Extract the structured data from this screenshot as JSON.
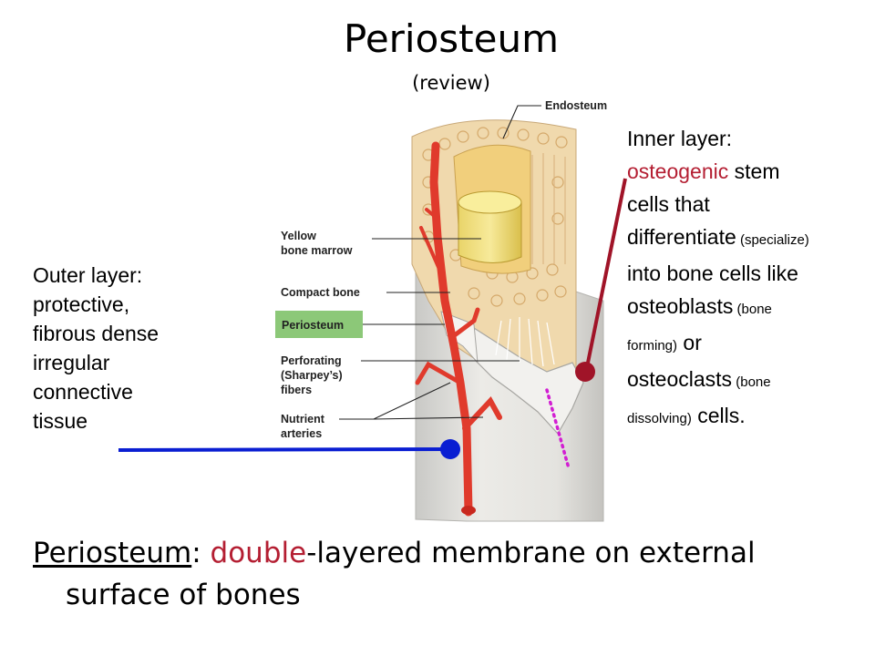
{
  "title": "Periosteum",
  "subtitle": "(review)",
  "outer_layer": {
    "lines": [
      "Outer layer:",
      "protective,",
      "fibrous dense",
      "irregular",
      "connective",
      "tissue"
    ]
  },
  "inner_layer": {
    "line1": "Inner layer:",
    "osteogenic": "osteogenic",
    "stem": " stem",
    "line3": "cells that",
    "differentiate": "differentiate",
    "specialize": " (specialize)",
    "line5": "into bone cells like",
    "osteoblasts": "osteoblasts",
    "bone_forming_a": " (bone",
    "bone_forming_b": "forming)",
    "or": " or",
    "osteoclasts": "osteoclasts",
    "bone_dissolving_a": " (bone",
    "bone_dissolving_b": "dissolving)",
    "cells": " cells."
  },
  "figure_labels": {
    "endosteum": "Endosteum",
    "yellow_marrow_1": "Yellow",
    "yellow_marrow_2": "bone marrow",
    "compact_bone": "Compact bone",
    "periosteum": "Periosteum",
    "perforating_1": "Perforating",
    "perforating_2": "(Sharpey’s)",
    "perforating_3": "fibers",
    "nutrient_1": "Nutrient",
    "nutrient_2": "arteries"
  },
  "bottom": {
    "term": "Periosteum",
    "colon": ": ",
    "double": "double",
    "rest1": "-layered membrane on external",
    "rest2": "surface of bones"
  },
  "colors": {
    "accent": "#b41e32",
    "outer_pointer": "#0a1ed2",
    "inner_pointer": "#a01428",
    "dotted_pointer": "#d21ed2",
    "periosteum_label_bg": "#8cc878"
  }
}
